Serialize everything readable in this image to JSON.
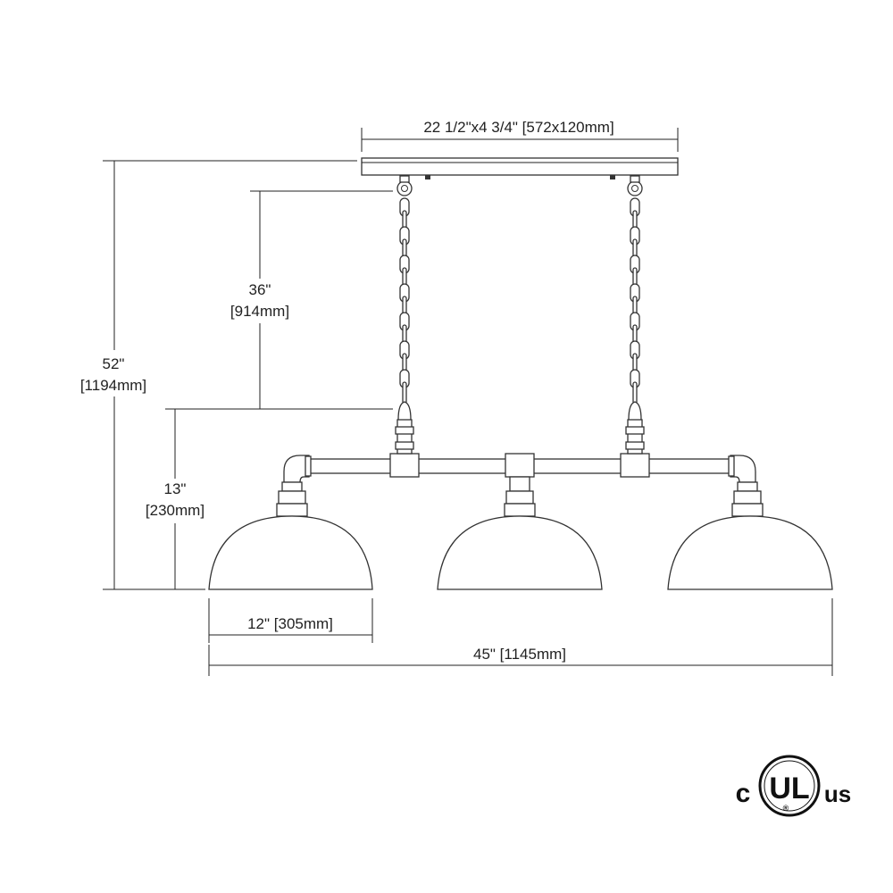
{
  "dimensions": {
    "canopy": "22 1/2\"x4 3/4\" [572x120mm]",
    "chain_in": "36\"",
    "chain_mm": "[914mm]",
    "overall_in": "52\"",
    "overall_mm": "[1194mm]",
    "shade_height_in": "13\"",
    "shade_height_mm": "[230mm]",
    "shade_width": "12\" [305mm]",
    "total_width": "45\" [1145mm]"
  },
  "certification": {
    "left": "c",
    "center": "UL",
    "right": "us",
    "registered": "®"
  }
}
